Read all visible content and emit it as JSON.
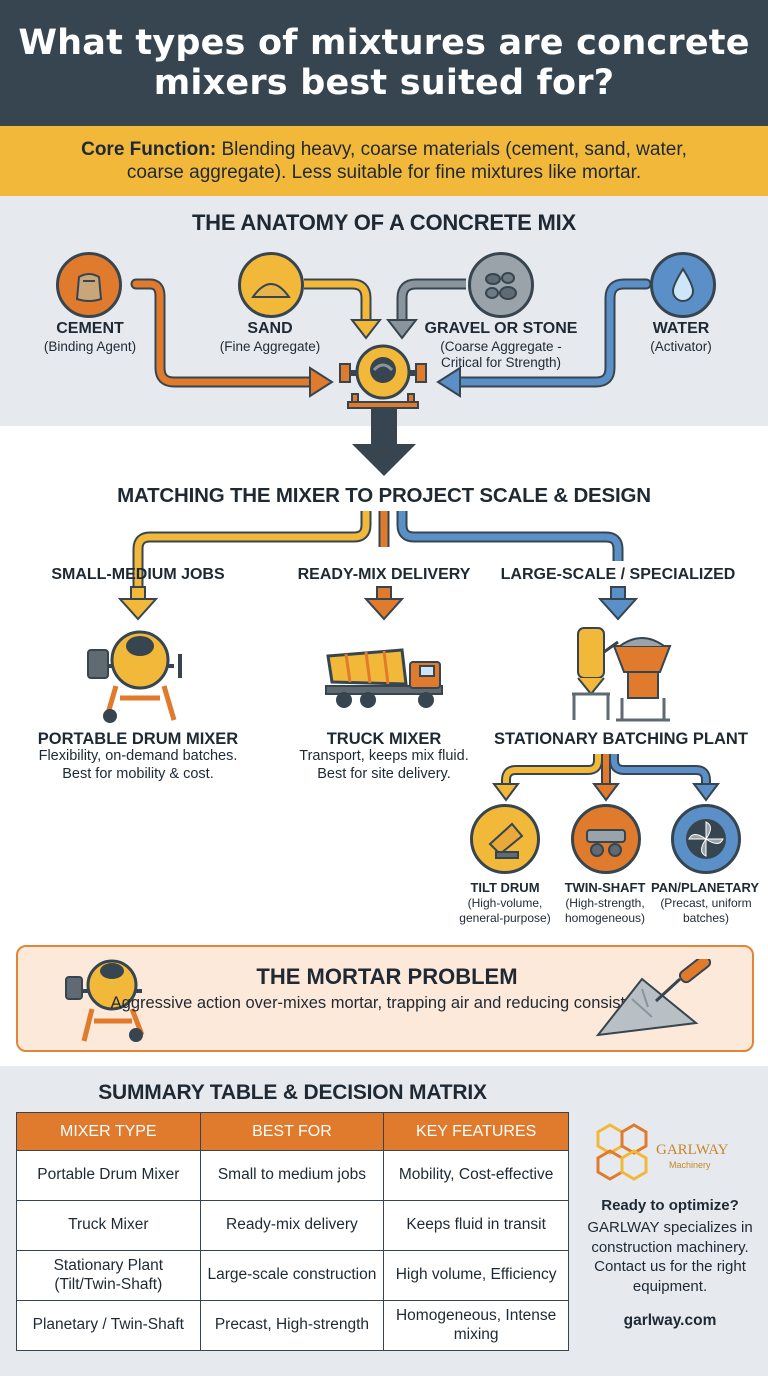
{
  "header": {
    "title": "What types of mixtures are concrete mixers best suited for?"
  },
  "core": {
    "label": "Core Function:",
    "text": " Blending heavy, coarse materials (cement, sand, water, coarse aggregate). Less suitable for fine mixtures like mortar."
  },
  "anatomy": {
    "title": "THE ANATOMY OF A CONCRETE MIX",
    "ingredients": [
      {
        "name": "CEMENT",
        "desc": "(Binding Agent)",
        "icon": "cement-bag-icon"
      },
      {
        "name": "SAND",
        "desc": "(Fine Aggregate)",
        "icon": "sand-pile-icon"
      },
      {
        "name": "GRAVEL OR STONE",
        "desc": "(Coarse Aggregate - Critical for Strength)",
        "icon": "gravel-icon"
      },
      {
        "name": "WATER",
        "desc": "(Activator)",
        "icon": "water-drop-icon"
      }
    ]
  },
  "matching": {
    "title": "MATCHING THE MIXER TO PROJECT SCALE & DESIGN",
    "categories": [
      {
        "label": "SMALL-MEDIUM JOBS",
        "mixer": "PORTABLE DRUM MIXER",
        "desc": "Flexibility, on-demand batches. Best for mobility & cost."
      },
      {
        "label": "READY-MIX DELIVERY",
        "mixer": "TRUCK MIXER",
        "desc": "Transport, keeps mix fluid. Best for site delivery."
      },
      {
        "label": "LARGE-SCALE / SPECIALIZED",
        "mixer": "STATIONARY BATCHING PLANT",
        "desc": ""
      }
    ],
    "sub_types": [
      {
        "name": "TILT DRUM",
        "desc": "(High-volume, general-purpose)"
      },
      {
        "name": "TWIN-SHAFT",
        "desc": "(High-strength, homogeneous)"
      },
      {
        "name": "PAN/PLANETARY",
        "desc": "(Precast, uniform batches)"
      }
    ]
  },
  "mortar": {
    "title": "THE MORTAR PROBLEM",
    "desc": "Aggressive action over-mixes mortar, trapping air and reducing consistency."
  },
  "summary": {
    "title": "SUMMARY TABLE & DECISION MATRIX",
    "headers": [
      "MIXER TYPE",
      "BEST FOR",
      "KEY FEATURES"
    ],
    "rows": [
      [
        "Portable Drum Mixer",
        "Small to medium jobs",
        "Mobility, Cost-effective"
      ],
      [
        "Truck Mixer",
        "Ready-mix delivery",
        "Keeps fluid in transit"
      ],
      [
        "Stationary Plant (Tilt/Twin-Shaft)",
        "Large-scale construction",
        "High volume, Efficiency"
      ],
      [
        "Planetary / Twin-Shaft",
        "Precast, High-strength",
        "Homogeneous, Intense mixing"
      ]
    ]
  },
  "brand": {
    "name": "GARLWAY",
    "sub": "Machinery",
    "cta_title": "Ready to optimize?",
    "cta_text": "GARLWAY specializes in construction machinery. Contact us for the right equipment.",
    "url": "garlway.com"
  },
  "colors": {
    "dark": "#36454f",
    "orange": "#e07a2c",
    "yellow": "#f2b83a",
    "blue": "#5b8fc7",
    "gray": "#8a949c"
  }
}
